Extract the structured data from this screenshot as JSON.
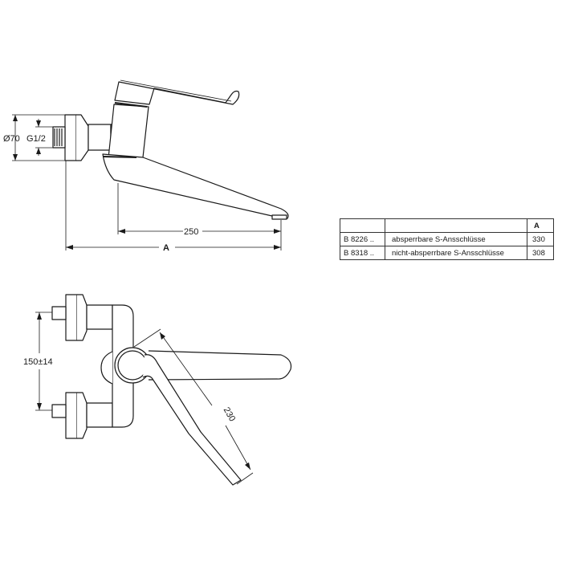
{
  "drawing": {
    "side_view": {
      "dim_diameter": "Ø70",
      "dim_thread": "G1/2",
      "dim_spout": "250",
      "dim_total": "A"
    },
    "top_view": {
      "dim_spacing": "150±14",
      "dim_lever": "230"
    }
  },
  "table": {
    "headers": [
      "",
      "",
      "A"
    ],
    "rows": [
      {
        "code": "B 8226 ..",
        "description": "absperrbare S-Ansschlüsse",
        "a": "330"
      },
      {
        "code": "B 8318 ..",
        "description": "nicht-absperrbare S-Ansschlüsse",
        "a": "308"
      }
    ]
  }
}
